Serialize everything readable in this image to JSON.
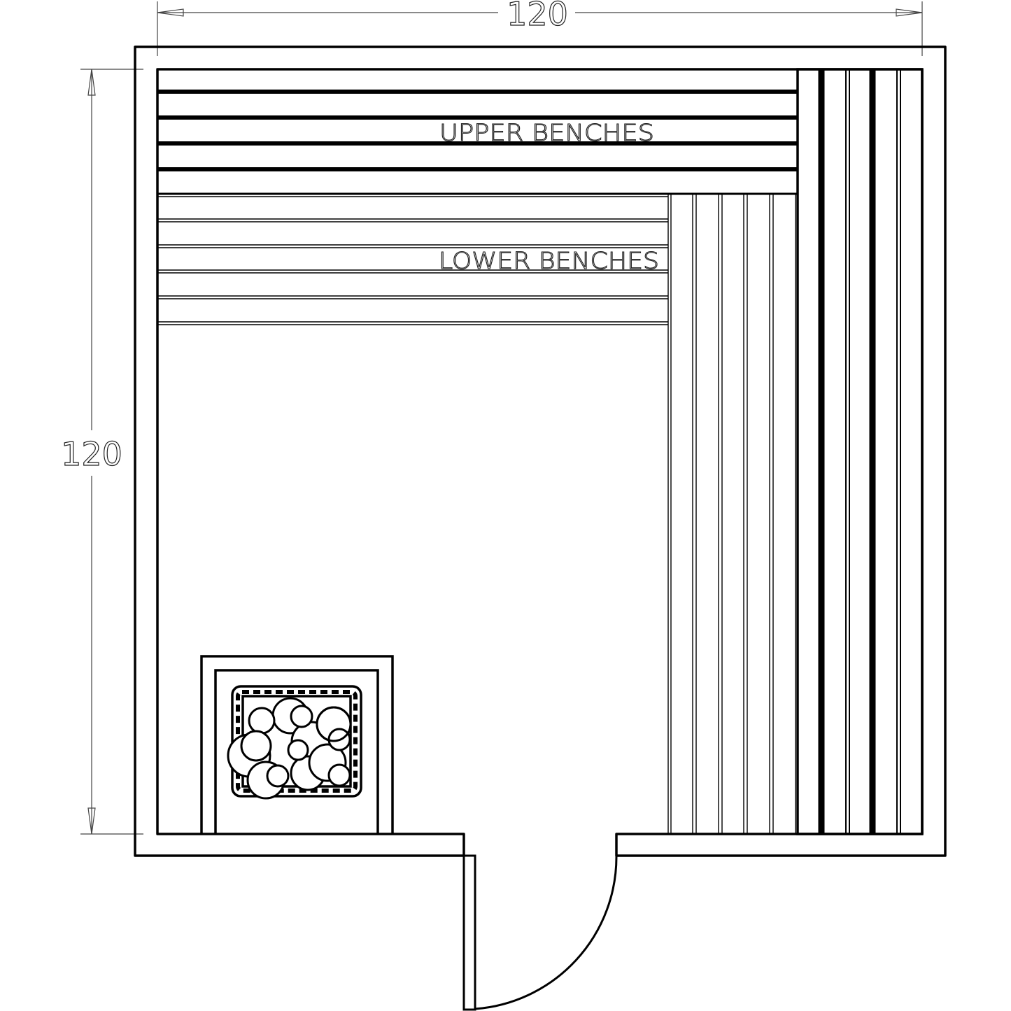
{
  "dimensions": {
    "width_label": "120",
    "depth_label": "120"
  },
  "labels": {
    "upper_benches": "UPPER BENCHES",
    "lower_benches": "LOWER BENCHES"
  },
  "colors": {
    "line": "#000000",
    "background": "#ffffff"
  }
}
